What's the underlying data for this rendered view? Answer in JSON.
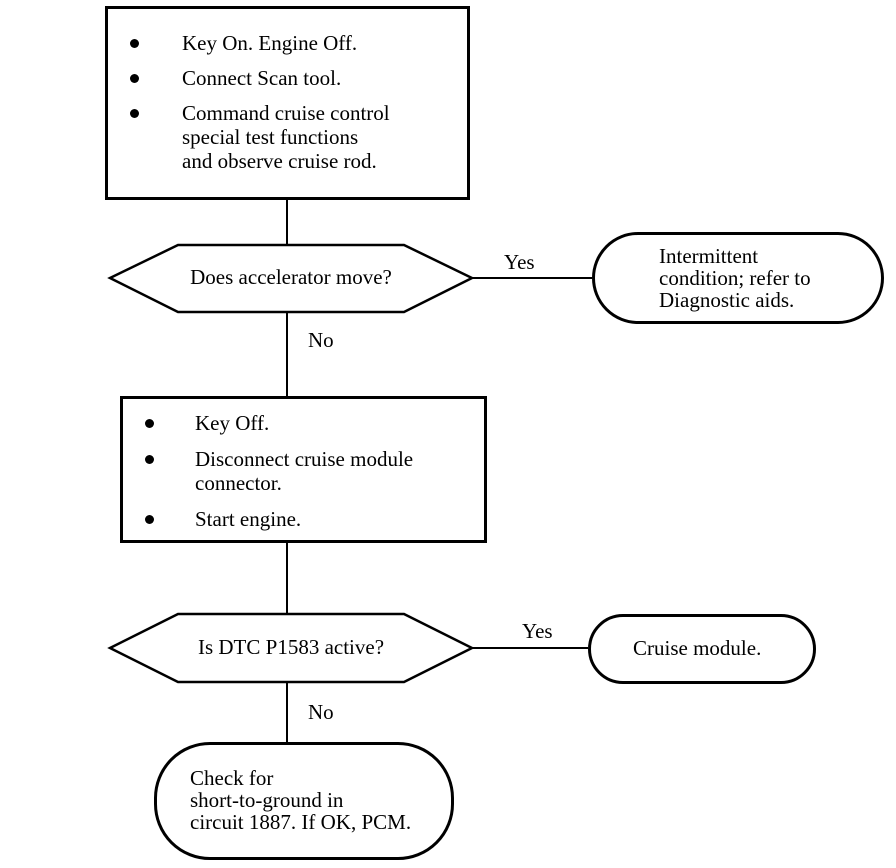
{
  "step1": {
    "items": [
      "Key On. Engine Off.",
      "Connect Scan tool.",
      "Command cruise control\nspecial test functions\nand observe cruise rod."
    ]
  },
  "decision1": {
    "question": "Does accelerator move?",
    "yes_label": "Yes",
    "no_label": "No"
  },
  "result1": {
    "text": "Intermittent\ncondition; refer to\nDiagnostic aids."
  },
  "step2": {
    "items": [
      "Key  Off.",
      "Disconnect cruise module\nconnector.",
      "Start engine."
    ]
  },
  "decision2": {
    "question": "Is DTC P1583 active?",
    "yes_label": "Yes",
    "no_label": "No"
  },
  "result2": {
    "text": "Cruise module."
  },
  "result3": {
    "text": "Check for\nshort-to-ground in\ncircuit 1887. If OK, PCM."
  }
}
